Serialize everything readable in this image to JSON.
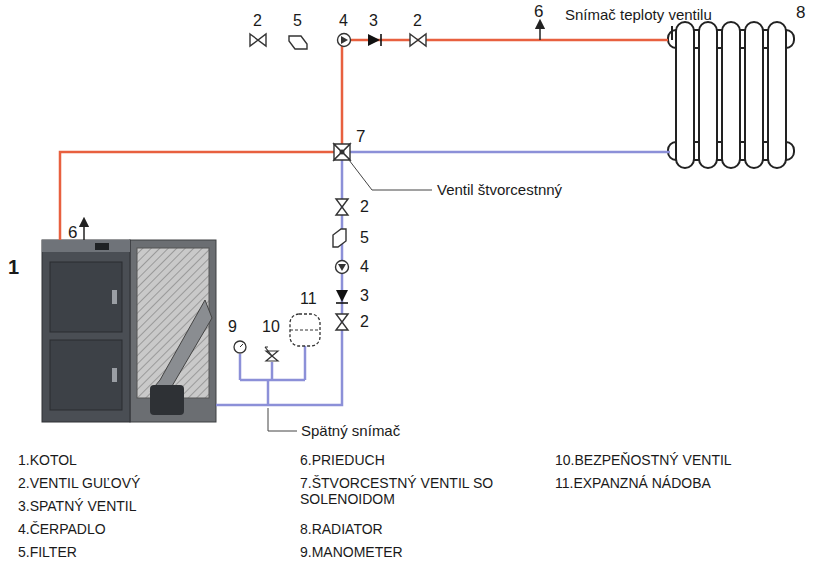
{
  "diagram": {
    "labels": [
      "6",
      "Snímač teploty ventilu",
      "8",
      "2",
      "5",
      "4",
      "3",
      "2",
      "7",
      "Ventil štvorcestnný",
      "1",
      "6",
      "2",
      "5",
      "4",
      "3",
      "2",
      "11",
      "9",
      "10",
      "Spätný snímač",
      "1.KOTOL",
      "2.VENTIL GUĽOVÝ",
      "3.SPATNÝ VENTIL",
      "4.ČERPADLO",
      "5.FILTER",
      "6.PRIEDUCH",
      "7.ŠTVORCESTNÝ VENTIL SO SOLENOIDOM",
      "8.RADIATOR",
      "9.MANOMETER",
      "10.BEZPEŇOSTNÝ VENTIL",
      "11.EXPANZNÁ NÁDOBA"
    ]
  }
}
